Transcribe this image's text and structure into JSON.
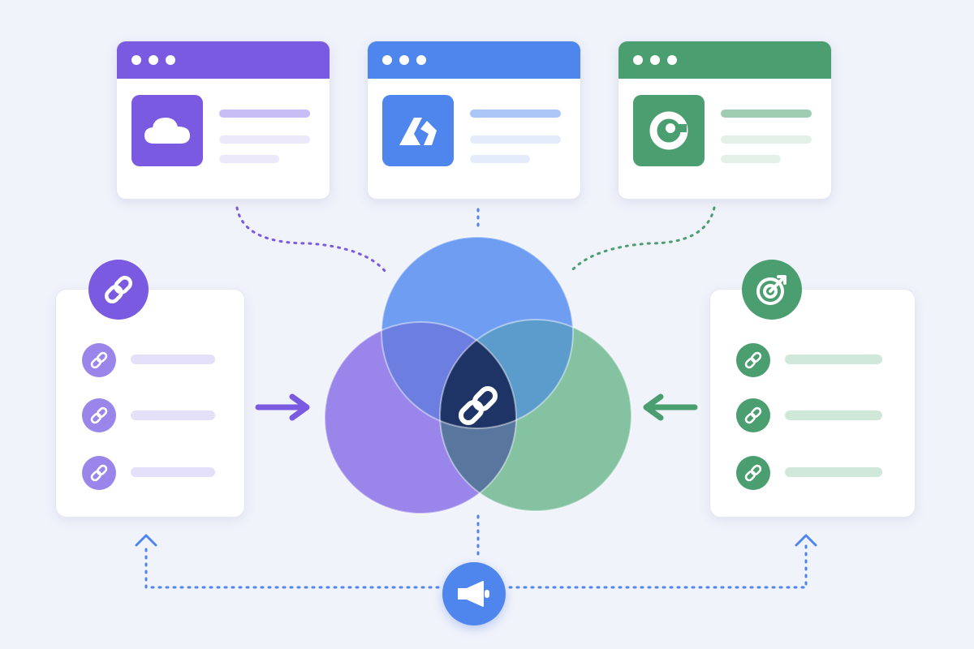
{
  "colors": {
    "background": "#f1f3fb",
    "purple": "#7a5ae0",
    "blue": "#4f86ee",
    "green": "#4a9e6f",
    "purple_light": "#ddd8f7",
    "blue_light": "#cfe0fa",
    "green_light": "#cfe8da",
    "center": "#1f3466"
  },
  "windows": [
    {
      "id": "window-cloud",
      "accent": "purple",
      "icon": "cloud-icon"
    },
    {
      "id": "window-app",
      "accent": "blue",
      "icon": "app-logo-icon"
    },
    {
      "id": "window-refresh",
      "accent": "green",
      "icon": "refresh-logo-icon"
    }
  ],
  "venn": {
    "circles": [
      {
        "name": "top",
        "color": "blue"
      },
      {
        "name": "left",
        "color": "purple"
      },
      {
        "name": "right",
        "color": "green"
      }
    ],
    "center_icon": "link-icon"
  },
  "left_card": {
    "badge_icon": "link-icon",
    "rows": 3,
    "row_icon": "link-icon"
  },
  "right_card": {
    "badge_icon": "target-icon",
    "rows": 3,
    "row_icon": "link-icon"
  },
  "bottom_badge": {
    "icon": "megaphone-icon"
  },
  "arrows": [
    "arrow-right-icon",
    "arrow-left-icon",
    "arrow-up-icon",
    "arrow-up-icon"
  ]
}
